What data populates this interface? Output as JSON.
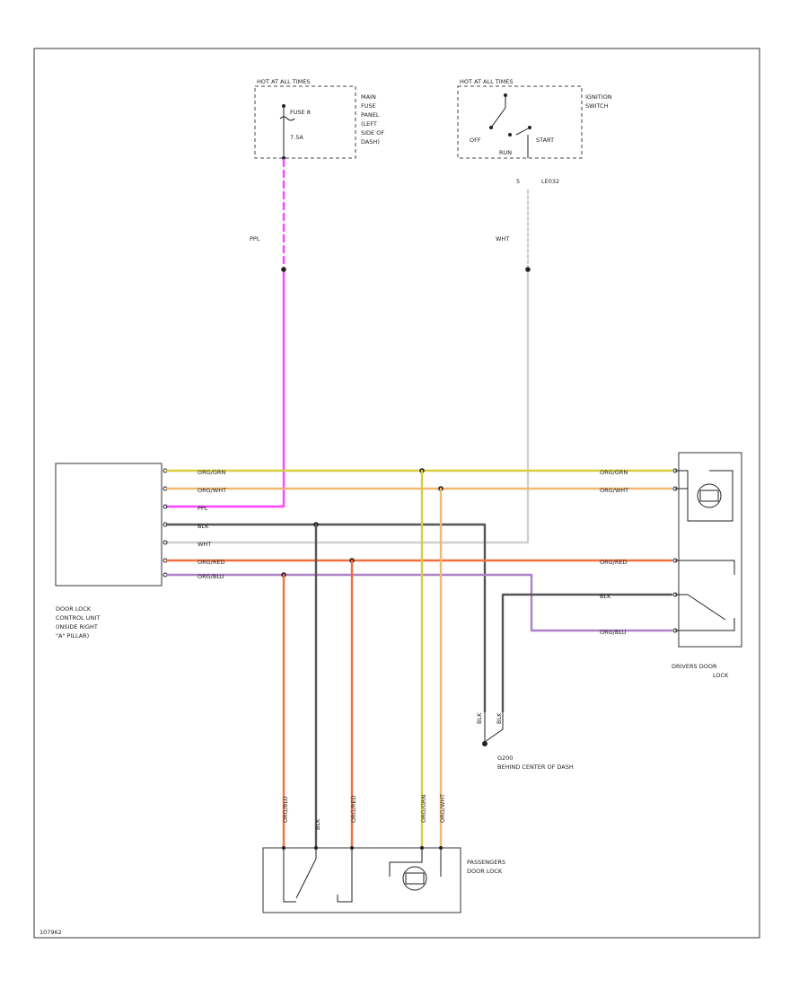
{
  "sources": {
    "fuse": {
      "header": "HOT AT ALL TIMES",
      "fuse_name": "FUSE 8",
      "fuse_rating": "7.5A",
      "location": [
        "MAIN",
        "FUSE",
        "PANEL",
        "(LEFT",
        "SIDE OF",
        "DASH)"
      ]
    },
    "ignition": {
      "header": "HOT AT ALL TIMES",
      "name": [
        "IGNITION",
        "SWITCH"
      ],
      "off": "OFF",
      "start": "START",
      "run": "RUN",
      "pin": "5",
      "connector": "LE032"
    }
  },
  "wire_labels": {
    "ppl_top": "PPL",
    "wht_top": "WHT",
    "org_grn": "ORG/GRN",
    "org_wht": "ORG/WHT",
    "ppl": "PPL",
    "blk": "BLK",
    "wht": "WHT",
    "org_red": "ORG/RED",
    "org_blu": "ORG/BLU",
    "v_org_blu": "ORG/BLU",
    "v_blk": "BLK",
    "v_org_red": "ORG/RED",
    "v_org_grn": "ORG/GRN",
    "v_org_wht": "ORG/WHT",
    "g_blk1": "BLK",
    "g_blk2": "BLK"
  },
  "components": {
    "control_unit": [
      "DOOR LOCK",
      "CONTROL UNIT",
      "(INSIDE RIGHT",
      "\"A\" PILLAR)"
    ],
    "drivers_lock": [
      "DRIVERS DOOR",
      "LOCK"
    ],
    "passengers_lock": [
      "PASSENGERS",
      "DOOR LOCK"
    ],
    "ground": [
      "G200",
      "BEHIND CENTER OF DASH"
    ]
  },
  "figure_id": "107962",
  "colors": {
    "ppl": "#ff44ff",
    "org_grn": "#d8cc40",
    "org_wht": "#f0b870",
    "org_red": "#f07040",
    "org_blu": "#b080c8",
    "blk": "#555555",
    "wht": "#cfcfcf"
  }
}
